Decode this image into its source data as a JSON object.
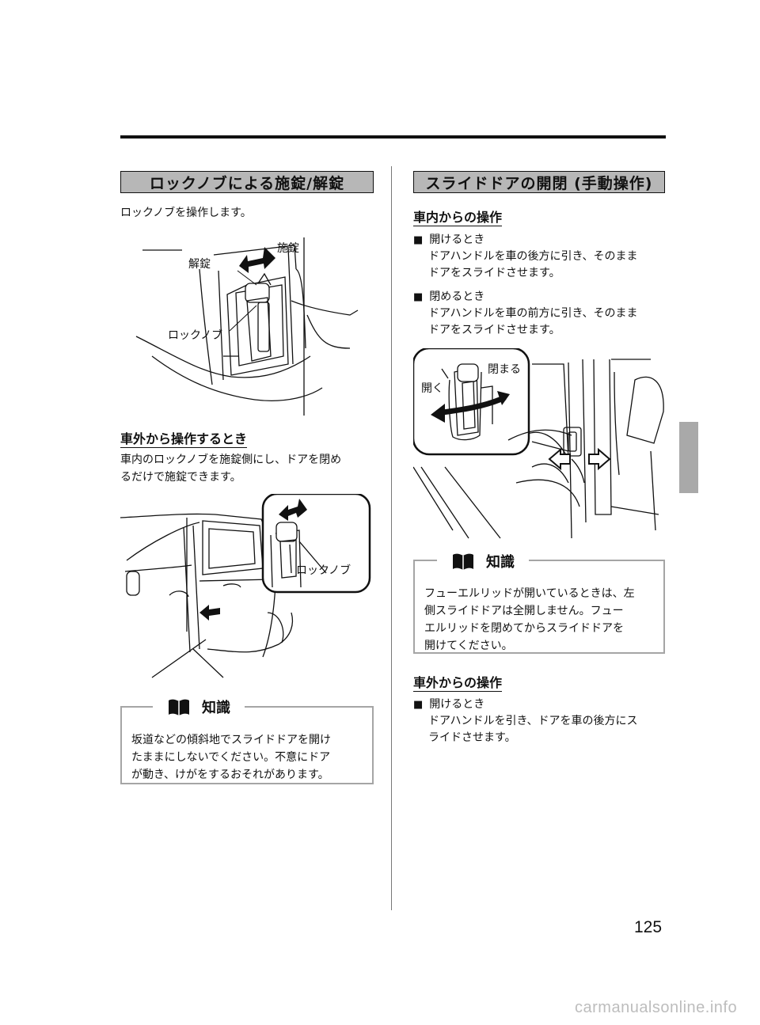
{
  "left": {
    "heading": "ロックノブによる施錠/解錠",
    "intro": "ロックノブを操作します。",
    "fig1": {
      "lock": "施錠",
      "unlock": "解錠",
      "knob": "ロックノブ"
    },
    "outside_heading": "車外から操作するとき",
    "outside_body_1": "車内のロックノブを施錠側にし、ドアを閉め",
    "outside_body_2": "るだけで施錠できます。",
    "fig2": {
      "knob": "ロックノブ"
    },
    "knowledge": {
      "title": "知識",
      "lines": [
        "坂道などの傾斜地でスライドドアを開け",
        "たままにしないでください。不意にドア",
        "が動き、けがをするおそれがあります。"
      ]
    }
  },
  "right": {
    "heading": "スライドドアの開閉 (手動操作)",
    "inside_heading": "車内からの操作",
    "open_label": "開けるとき",
    "open_body_1": "ドアハンドルを車の後方に引き、そのまま",
    "open_body_2": "ドアをスライドさせます。",
    "close_label": "閉めるとき",
    "close_body_1": "ドアハンドルを車の前方に引き、そのまま",
    "close_body_2": "ドアをスライドさせます。",
    "fig3": {
      "open": "開く",
      "close": "閉まる"
    },
    "knowledge": {
      "title": "知識",
      "lines": [
        "フューエルリッドが開いているときは、左",
        "側スライドドアは全開しません。フュー",
        "エルリッドを閉めてからスライドドアを",
        "開けてください。"
      ]
    },
    "outside_heading": "車外からの操作",
    "out_open_label": "開けるとき",
    "out_open_body_1": "ドアハンドルを引き、ドアを車の後方にス",
    "out_open_body_2": "ライドさせます。"
  },
  "page_number": "125",
  "footer": "carmanualsonline.info"
}
